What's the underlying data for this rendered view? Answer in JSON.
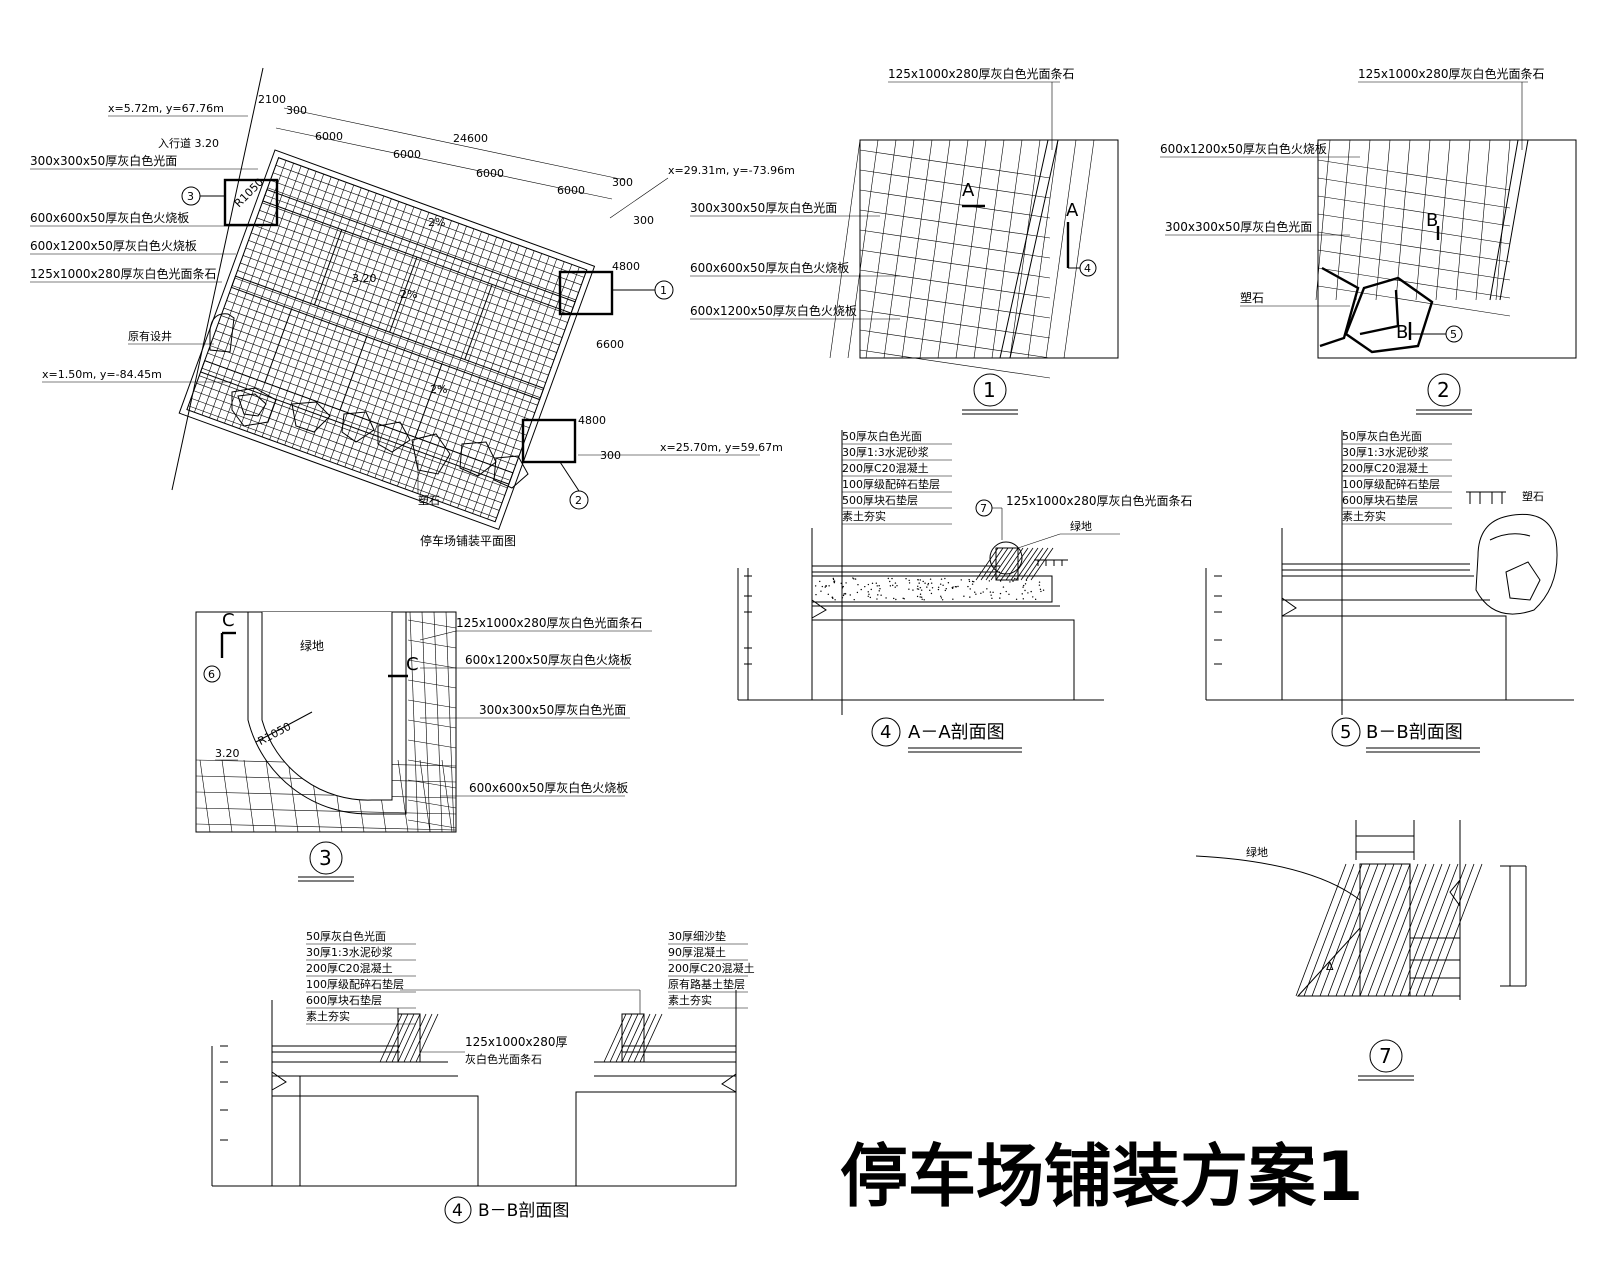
{
  "title": "停车场铺装方案1",
  "plan": {
    "caption": "停车场铺装平面图",
    "coord_top": "x=5.72m, y=67.76m",
    "elev_label": "入行道 3.20",
    "coord_right": "x=29.31m, y=-73.96m",
    "coord_left": "x=1.50m, y=-84.45m",
    "coord_bottom": "x=25.70m, y=59.67m",
    "labels": [
      "300x300x50厚灰白色光面",
      "600x600x50厚灰白色火烧板",
      "600x1200x50厚灰白色火烧板",
      "125x1000x280厚灰白色光面条石"
    ],
    "well": "原有设井",
    "rock": "塑石",
    "dims_top": [
      "2100",
      "300",
      "6000",
      "24600",
      "6000",
      "6000",
      "6000",
      "300",
      "300"
    ],
    "dims_right": [
      "4800",
      "6600",
      "4800",
      "300"
    ],
    "slopes": [
      "2%",
      "2%",
      "2%"
    ],
    "elev_mid": "3.20",
    "r_label": "R1050",
    "call_1": "1",
    "call_2": "2",
    "call_3": "3"
  },
  "detail1": {
    "num": "1",
    "top_label": "125x1000x280厚灰白色光面条石",
    "labels": [
      "300x300x50厚灰白色光面",
      "600x600x50厚灰白色火烧板",
      "600x1200x50厚灰白色火烧板"
    ],
    "sec_a1": "A",
    "sec_a2": "A",
    "ref": "4"
  },
  "detail2": {
    "num": "2",
    "top_label": "125x1000x280厚灰白色光面条石",
    "labels": [
      "600x1200x50厚灰白色火烧板",
      "300x300x50厚灰白色光面"
    ],
    "rock": "塑石",
    "sec_b1": "B",
    "sec_b2": "B",
    "ref": "5"
  },
  "detail3": {
    "num": "3",
    "labels": [
      "125x1000x280厚灰白色光面条石",
      "600x1200x50厚灰白色火烧板",
      "300x300x50厚灰白色光面",
      "600x600x50厚灰白色火烧板"
    ],
    "green": "绿地",
    "radius": "R1050",
    "elev": "3.20",
    "sec_c1": "C",
    "sec_c2": "C",
    "ref": "6"
  },
  "sectionAA": {
    "num": "4",
    "caption": "A－A剖面图",
    "layers": [
      "50厚灰白色光面",
      "30厚1:3水泥砂浆",
      "200厚C20混凝土",
      "100厚级配碎石垫层",
      "500厚块石垫层",
      "素土夯实"
    ],
    "curb": "125x1000x280厚灰白色光面条石",
    "green": "绿地",
    "ref": "7"
  },
  "sectionBB": {
    "num": "5",
    "caption": "B－B剖面图",
    "layers": [
      "50厚灰白色光面",
      "30厚1:3水泥砂浆",
      "200厚C20混凝土",
      "100厚级配碎石垫层",
      "600厚块石垫层",
      "素土夯实"
    ],
    "rock": "塑石"
  },
  "sectionBB2": {
    "num": "4",
    "caption": "B－B剖面图",
    "layers_left": [
      "50厚灰白色光面",
      "30厚1:3水泥砂浆",
      "200厚C20混凝土",
      "100厚级配碎石垫层",
      "600厚块石垫层",
      "素土夯实"
    ],
    "layers_right": [
      "30厚细沙垫",
      "90厚混凝土",
      "200厚C20混凝土",
      "原有路基土垫层",
      "素土夯实"
    ],
    "curb_1": "125x1000x280厚",
    "curb_2": "灰白色光面条石"
  },
  "detail7": {
    "num": "7",
    "green": "绿地"
  }
}
